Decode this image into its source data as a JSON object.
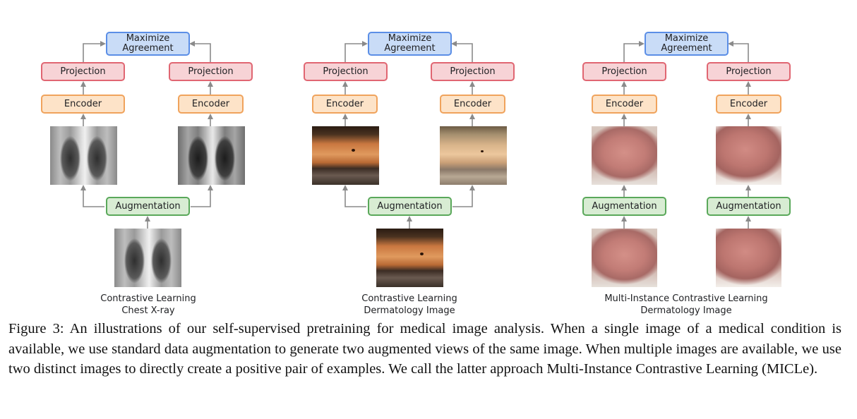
{
  "labels": {
    "maximize_agreement": "Maximize Agreement",
    "projection": "Projection",
    "encoder": "Encoder",
    "augmentation": "Augmentation"
  },
  "panels": [
    {
      "caption_line1": "Contrastive Learning",
      "caption_line2": "Chest X-ray"
    },
    {
      "caption_line1": "Contrastive Learning",
      "caption_line2": "Dermatology Image"
    },
    {
      "caption_line1": "Multi-Instance Contrastive Learning",
      "caption_line2": "Dermatology Image"
    }
  ],
  "figure_caption": "Figure 3: An illustrations of our self-supervised pretraining for medical image analysis. When a single image of a medical condition is available, we use standard data augmentation to generate two augmented views of the same image. When multiple images are available, we use two distinct images to directly create a positive pair of examples. We call the latter approach Multi-Instance Contrastive Learning (MICLe).",
  "colors": {
    "maximize_fill": "#c9dcf7",
    "maximize_border": "#5b8ee6",
    "projection_fill": "#f7d3d6",
    "projection_border": "#e06672",
    "encoder_fill": "#fde3c8",
    "encoder_border": "#f0a35c",
    "augmentation_fill": "#d8ecd3",
    "augmentation_border": "#5aa85a",
    "arrow": "#8a8a8a"
  }
}
